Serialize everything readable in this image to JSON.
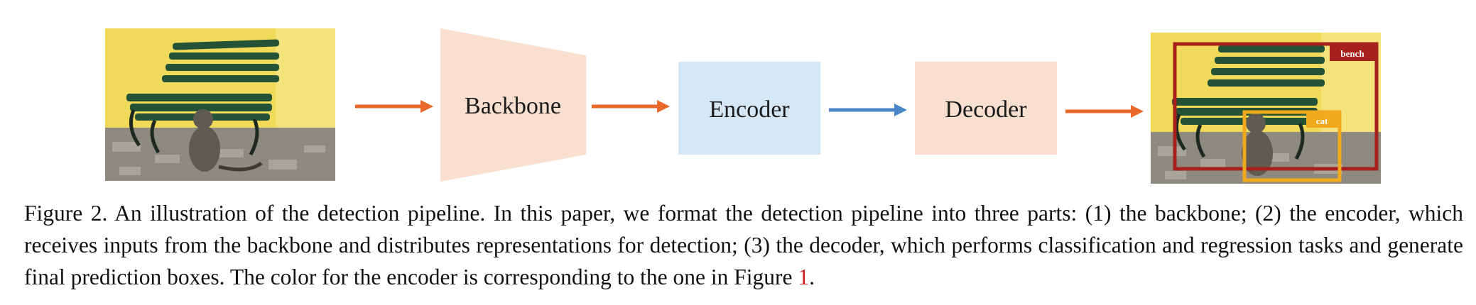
{
  "pipeline": {
    "backbone_label": "Backbone",
    "encoder_label": "Encoder",
    "decoder_label": "Decoder",
    "colors": {
      "backbone_fill": "#f8dfcf",
      "encoder_fill": "#d5e6f5",
      "decoder_fill": "#f8dfcf",
      "arrow_orange": "#e8692a",
      "arrow_blue": "#4a87c8"
    }
  },
  "output_image": {
    "boxes": [
      {
        "label": "bench",
        "color": "#a8201c"
      },
      {
        "label": "cat",
        "color": "#f2a81d"
      }
    ]
  },
  "caption": {
    "text_main": "Figure 2. An illustration of the detection pipeline.  In this paper, we format the detection pipeline into three parts: (1) the backbone; (2) the encoder, which receives inputs from the backbone and distributes representations for detection; (3) the decoder, which performs classification and regression tasks and generate final prediction boxes. The color for the encoder is corresponding to the one in Figure ",
    "figure_ref": "1",
    "text_end": "."
  }
}
